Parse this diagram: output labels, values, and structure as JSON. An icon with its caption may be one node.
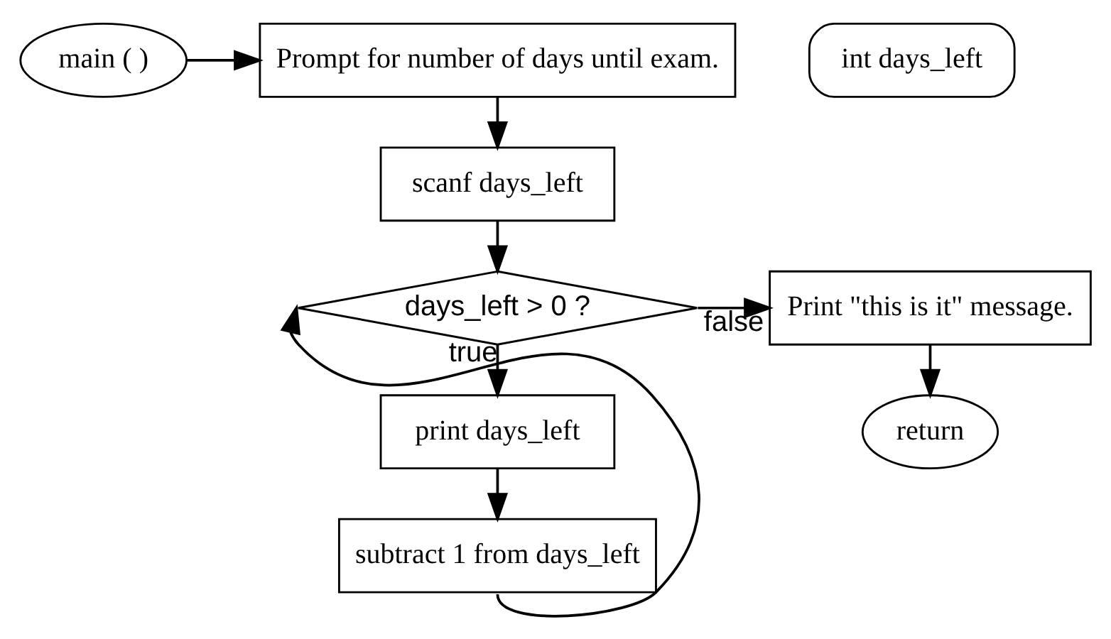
{
  "diagram": {
    "nodes": [
      {
        "text": [
          "main ( )"
        ]
      },
      {
        "text": [
          "int days_left"
        ]
      },
      {
        "text": [
          "Prompt for number of days until exam."
        ]
      },
      {
        "text": [
          "scanf days_left"
        ]
      },
      {
        "text": [
          "days_left > 0 ?"
        ]
      },
      {
        "text": [
          "Print \"this is it\" message."
        ]
      },
      {
        "text": [
          "return"
        ]
      },
      {
        "text": [
          "print days_left"
        ]
      },
      {
        "text": [
          "subtract 1 from days_left"
        ]
      }
    ],
    "edges": [
      {
        "from": 0,
        "to": 2,
        "arrow": "to"
      },
      {
        "from": 2,
        "to": 3,
        "arrow": "to"
      },
      {
        "from": 3,
        "to": 4,
        "arrow": "to"
      },
      {
        "from": 4,
        "to": 5,
        "arrow": "to",
        "label": "false"
      },
      {
        "from": 5,
        "to": 6,
        "arrow": "to"
      },
      {
        "from": 4,
        "to": 7,
        "arrow": "to",
        "label": "true"
      },
      {
        "from": 7,
        "to": 8,
        "arrow": "to"
      },
      {
        "from": 8,
        "to": 4,
        "arrow": "to"
      }
    ]
  }
}
